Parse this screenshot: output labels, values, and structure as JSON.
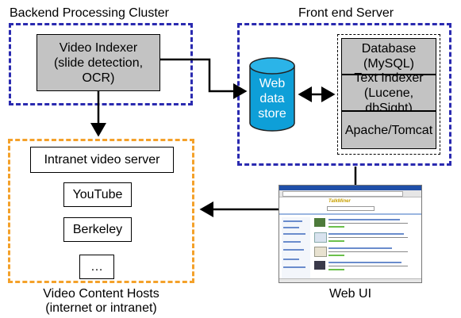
{
  "backend": {
    "title": "Backend Processing Cluster",
    "indexer": [
      "Video Indexer",
      "(slide detection,",
      "OCR)"
    ]
  },
  "frontend": {
    "title": "Front end Server",
    "stack": [
      [
        "Database",
        "(MySQL)"
      ],
      [
        "Text Indexer",
        "(Lucene, dbSight)"
      ],
      [
        "Apache/Tomcat"
      ]
    ]
  },
  "datastore": {
    "lines": [
      "Web",
      "data",
      "store"
    ]
  },
  "hosts": {
    "items": [
      "Intranet video server",
      "YouTube",
      "Berkeley",
      "…"
    ],
    "caption": [
      "Video Content Hosts",
      "(internet or intranet)"
    ]
  },
  "webui": {
    "caption": "Web UI",
    "logo": "TalkMiner"
  },
  "colors": {
    "cluster_border": "#2a2ab0",
    "hosts_border": "#f4a12a",
    "box_fill": "#c3c3c3",
    "datastore_fill": "#0e9fd8"
  }
}
